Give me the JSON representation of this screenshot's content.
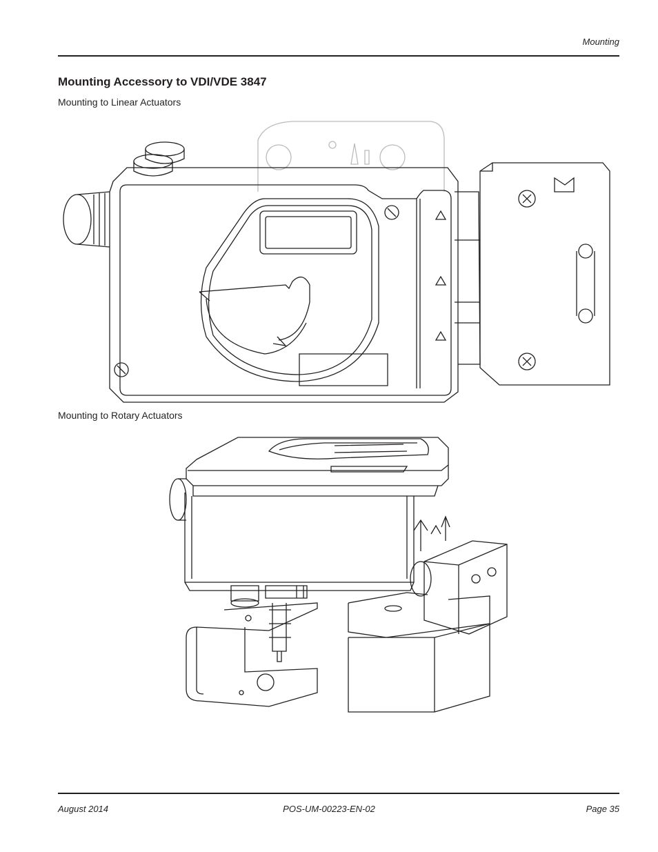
{
  "header": {
    "section": "Mounting"
  },
  "title": "Mounting Accessory to VDI/VDE 3847",
  "figures": {
    "linear": {
      "caption": "Mounting to Linear Actuators"
    },
    "rotary": {
      "caption": "Mounting to Rotary Actuators"
    }
  },
  "footer": {
    "date": "August 2014",
    "doc_number": "POS-UM-00223-EN-02",
    "page": "Page 35"
  }
}
